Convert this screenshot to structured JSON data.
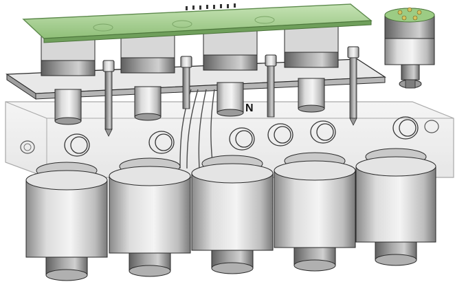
{
  "figure": {
    "callout_label": "N",
    "colors": {
      "background": "#ffffff",
      "pcb_green": "#a9cf95",
      "pcb_edge": "#5d8a4c",
      "metal_light": "#e2e2e2",
      "metal_mid": "#b4b4b4",
      "metal_dark": "#6f6f6f",
      "glass_fill": "#eeeeee",
      "glass_edge": "#9a9a9a",
      "outline": "#2a2a2a"
    },
    "lower_modules_count": 5,
    "upper_modules_count": 4,
    "inset_component": "sensor-module-detail"
  }
}
